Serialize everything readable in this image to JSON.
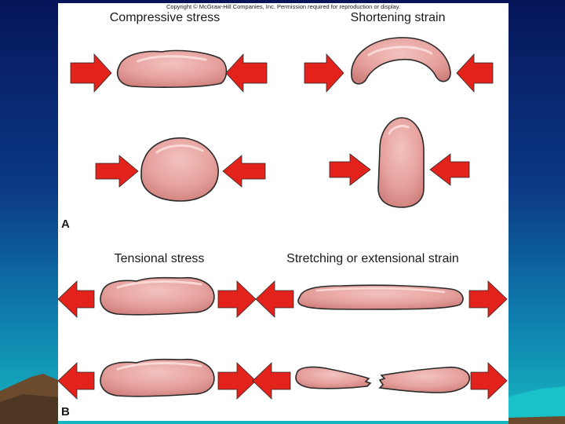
{
  "copyright": "Copyright © McGraw-Hill Companies, Inc. Permission required for reproduction or display.",
  "panel_a": {
    "letter": "A",
    "left_title": "Compressive stress",
    "right_title": "Shortening strain"
  },
  "panel_b": {
    "letter": "B",
    "left_title": "Tensional stress",
    "right_title": "Stretching or extensional strain"
  },
  "colors": {
    "arrow_red": "#e3231b",
    "body_pink": "#e7a3a0",
    "body_outline": "#2a2a2a",
    "slide_bg_top": "#07185a",
    "slide_bg_bottom": "#12a7b6"
  }
}
